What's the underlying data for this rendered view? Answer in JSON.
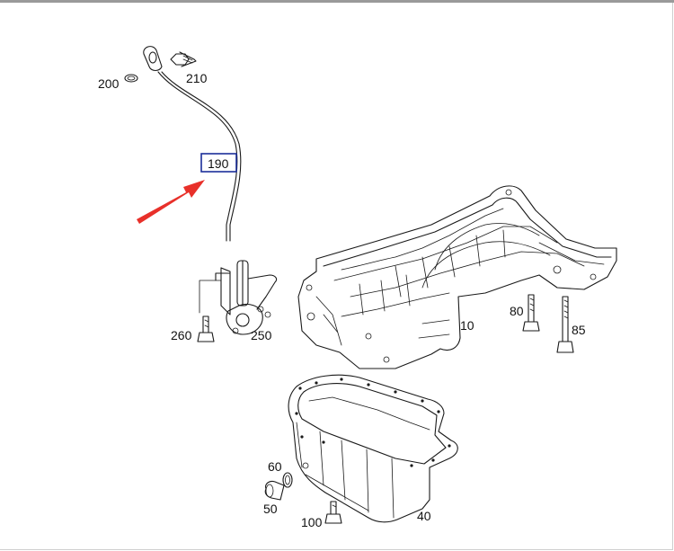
{
  "labels": {
    "p200": "200",
    "p210": "210",
    "p190": "190",
    "p260": "260",
    "p250": "250",
    "p10": "10",
    "p80": "80",
    "p85": "85",
    "p60": "60",
    "p50": "50",
    "p100": "100",
    "p40": "40"
  },
  "highlight": {
    "part": "190",
    "box_color": "#1c2f99",
    "arrow_color": "#e8302a"
  }
}
